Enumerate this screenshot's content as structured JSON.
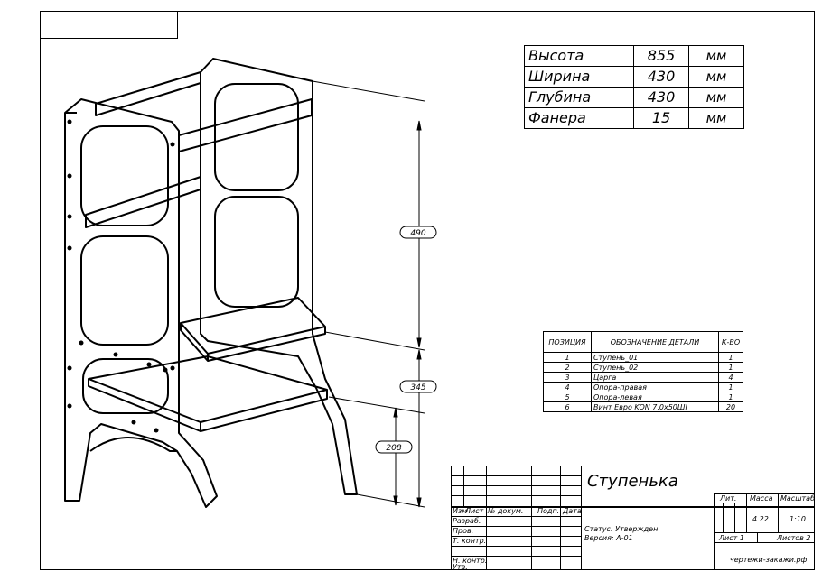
{
  "dimensions": {
    "top_height": "490",
    "middle_height": "345",
    "low_height": "208"
  },
  "spec_table": [
    {
      "label": "Высота",
      "value": "855",
      "unit": "мм"
    },
    {
      "label": "Ширина",
      "value": "430",
      "unit": "мм"
    },
    {
      "label": "Глубина",
      "value": "430",
      "unit": "мм"
    },
    {
      "label": "Фанера",
      "value": "15",
      "unit": "мм"
    }
  ],
  "parts_table": {
    "headers": [
      "ПОЗИЦИЯ",
      "ОБОЗНАЧЕНИЕ ДЕТАЛИ",
      "К-ВО"
    ],
    "rows": [
      {
        "pos": "1",
        "name": "Ступень_01",
        "qty": "1"
      },
      {
        "pos": "2",
        "name": "Ступень_02",
        "qty": "1"
      },
      {
        "pos": "3",
        "name": "Царга",
        "qty": "4"
      },
      {
        "pos": "4",
        "name": "Опора-правая",
        "qty": "1"
      },
      {
        "pos": "5",
        "name": "Опора-левая",
        "qty": "1"
      },
      {
        "pos": "6",
        "name": "Винт Евро KON 7,0x50ШI",
        "qty": "20"
      }
    ]
  },
  "title_block": {
    "title": "Ступенька",
    "col_izm": "Изм",
    "col_list": "Лист",
    "col_doc": "№ докум.",
    "col_sign": "Подп.",
    "col_date": "Дата",
    "razrab": "Разраб.",
    "prov": "Пров.",
    "t_kontr": "Т. контр.",
    "n_kontr": "Н. контр.",
    "utv": "Утв.",
    "status": "Статус: Утвержден",
    "version": "Версия: А-01",
    "lit_label": "Лит.",
    "mass_label": "Масса",
    "scale_label": "Масштаб",
    "mass": "4.22",
    "scale": "1:10",
    "sheet": "Лист 1",
    "sheets": "Листов 2",
    "site": "чертежи-закажи.рф"
  }
}
